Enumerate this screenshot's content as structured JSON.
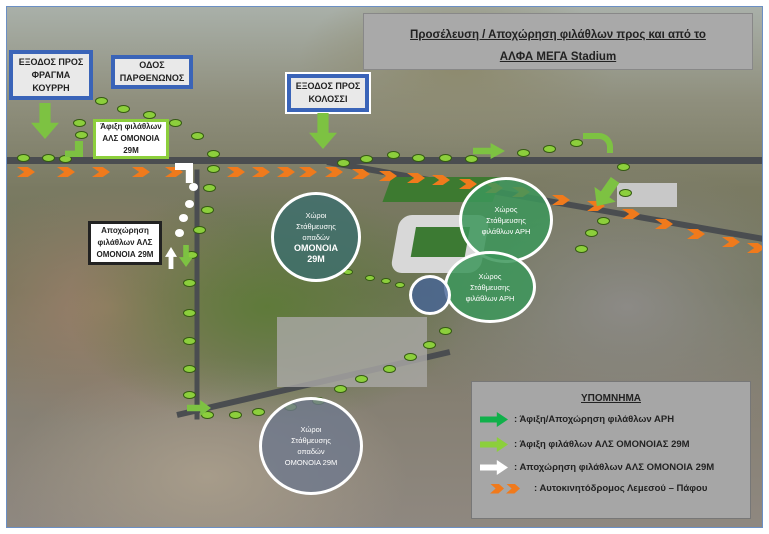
{
  "title": {
    "line1": "Προσέλευση / Αποχώρηση φιλάθλων προς και από το",
    "line2": "ΑΛΦΑ ΜΕΓΑ Stadium"
  },
  "labels": {
    "exit_kourri": [
      "ΕΞΟΔΟΣ ΠΡΟΣ",
      "ΦΡΑΓΜΑ",
      "ΚΟΥΡΡΗ"
    ],
    "parthenonos": [
      "ΟΔΟΣ",
      "ΠΑΡΘΕΝΩΝΟΣ"
    ],
    "exit_kolossi": [
      "ΕΞΟΔΟΣ ΠΡΟΣ",
      "ΚΟΛΟΣΣΙ"
    ],
    "arrival_omonoia": [
      "Άφιξη φιλάθλων",
      "ΑΛΣ ΟΜΟΝΟΙΑ",
      "29Μ"
    ],
    "departure_omonoia": [
      "Αποχώρηση",
      "φιλάθλων ΑΛΣ",
      "ΟΜΟΝΟΙΑ 29Μ"
    ]
  },
  "parking": {
    "omonoia_top": [
      "Χώροι",
      "Στάθμευσης",
      "οπαδών",
      "ΟΜΟΝΟΙΑ",
      "29Μ"
    ],
    "ari_top": [
      "Χώρος",
      "Στάθμευσης",
      "φιλάθλων ΑΡΗ"
    ],
    "ari_bottom": [
      "Χώρος",
      "Στάθμευσης",
      "φιλάθλων ΑΡΗ"
    ],
    "omonoia_bottom": [
      "Χώροι",
      "Στάθμευσης",
      "οπαδών",
      "ΟΜΟΝΟΙΑ 29Μ"
    ]
  },
  "legend": {
    "heading": "ΥΠΟΜΝΗΜΑ",
    "items": [
      {
        "label": ":   Άφιξη/Αποχώρηση φιλάθλων  ΑΡΗ",
        "color": "#10b04a"
      },
      {
        "label": ":   Άφιξη φιλάθλων ΑΛΣ ΟΜΟΝΟΙΑΣ 29Μ",
        "color": "#8ccf3c"
      },
      {
        "label": ": Αποχώρηση φιλάθλων ΑΛΣ ΟΜΟΝΟΙΑ 29Μ",
        "color": "#ffffff"
      },
      {
        "label": ":  Αυτοκινητόδρομος Λεμεσού – Πάφου",
        "color": "#f07a1c"
      }
    ]
  }
}
